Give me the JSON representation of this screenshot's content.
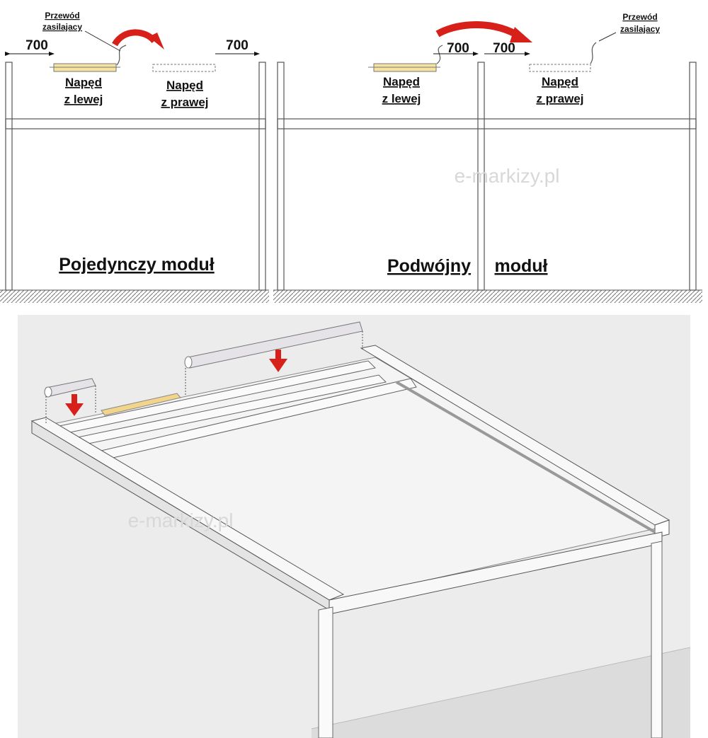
{
  "single_module": {
    "title": "Pojedynczy moduł",
    "cable_label_line1": "Przewód",
    "cable_label_line2": "zasilajacy",
    "dim_left": "700",
    "dim_right": "700",
    "drive_left_line1": "Napęd",
    "drive_left_line2": "z lewej",
    "drive_right_line1": "Napęd",
    "drive_right_line2": "z prawej"
  },
  "double_module": {
    "title_word1": "Podwójny",
    "title_word2": "moduł",
    "cable_label_line1": "Przewód",
    "cable_label_line2": "zasilajacy",
    "dim_left": "700",
    "dim_right": "700",
    "drive_left_line1": "Napęd",
    "drive_left_line2": "z lewej",
    "drive_right_line1": "Napęd",
    "drive_right_line2": "z prawej"
  },
  "watermark": "e-markizy.pl",
  "colors": {
    "arrow": "#d8201a",
    "motor": "#f7e3a0",
    "panel": "#ececec"
  }
}
